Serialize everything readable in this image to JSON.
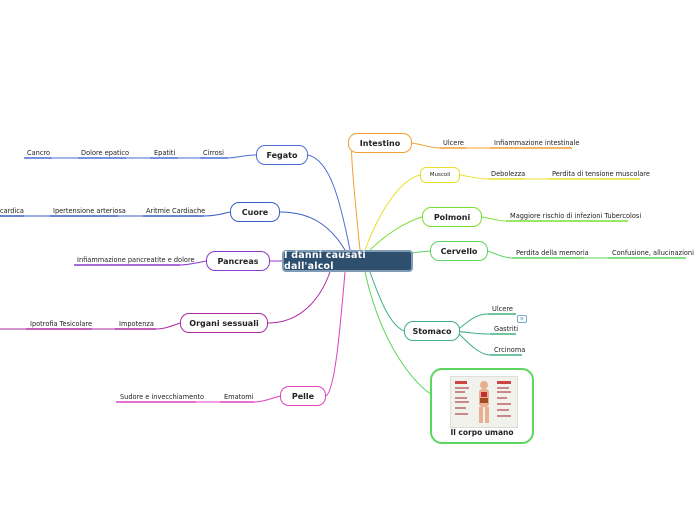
{
  "central": {
    "label": "I danni causati dall'alcol"
  },
  "colors": {
    "central_bg": "#2f4f6f",
    "fegato": "#4a6fd6",
    "cuore": "#3a5ec8",
    "pancreas": "#8a3ad0",
    "organi": "#b02aa0",
    "pelle": "#e040c0",
    "intestino": "#f0a030",
    "muscoli": "#e8e030",
    "polmoni": "#7ae030",
    "cervello": "#5cd65c",
    "stomaco": "#40b080"
  },
  "branches": {
    "fegato": {
      "label": "Fegato",
      "children": [
        "Cirrosi",
        "Epatiti",
        "Dolore epatico",
        "Cancro"
      ]
    },
    "cuore": {
      "label": "Cuore",
      "children": [
        "Aritmie Cardiache",
        "Ipertensione arteriosa",
        "cardica"
      ]
    },
    "pancreas": {
      "label": "Pancreas",
      "children": [
        "Infiammazione pancreatite e dolore"
      ]
    },
    "organi": {
      "label": "Organi sessuali",
      "children": [
        "Impotenza",
        "Ipotrofia Tesicolare"
      ]
    },
    "pelle": {
      "label": "Pelle",
      "children": [
        "Ematomi",
        "Sudore e invecchiamento"
      ]
    },
    "intestino": {
      "label": "Intestino",
      "children": [
        "Ulcere",
        "Infiammazione intestinale"
      ]
    },
    "muscoli": {
      "label": "Muscoli",
      "children": [
        "Debolezza",
        "Perdita di tensione muscolare"
      ]
    },
    "polmoni": {
      "label": "Polmoni",
      "children": [
        "Maggiore rischio di infezioni Tubercolosi"
      ]
    },
    "cervello": {
      "label": "Cervello",
      "children": [
        "Perdita della memoria",
        "Confusione, allucinazioni"
      ]
    },
    "stomaco": {
      "label": "Stomaco",
      "children": [
        "Ulcere",
        "Gastriti",
        "Crcinoma"
      ]
    },
    "corpo": {
      "label": "Il corpo umano"
    }
  }
}
